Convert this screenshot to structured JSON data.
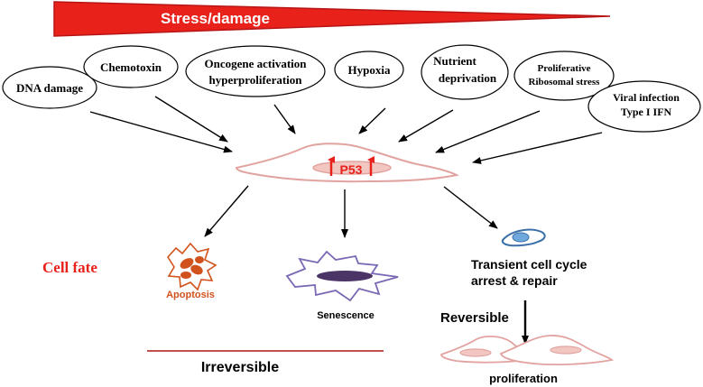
{
  "banner": {
    "label": "Stress/damage"
  },
  "stressors": [
    {
      "lines": [
        "DNA damage"
      ]
    },
    {
      "lines": [
        "Chemotoxin"
      ]
    },
    {
      "lines": [
        "Oncogene activation",
        "hyperproliferation"
      ]
    },
    {
      "lines": [
        "Hypoxia"
      ]
    },
    {
      "lines": [
        "Nutrient",
        "deprivation"
      ]
    },
    {
      "lines": [
        "Proliferative",
        "Ribosomal stress"
      ]
    },
    {
      "lines": [
        "Viral infection",
        "Type I IFN"
      ]
    }
  ],
  "center": {
    "label": "P53"
  },
  "cell_fate": {
    "label": "Cell fate"
  },
  "outcomes": {
    "apoptosis": "Apoptosis",
    "senescence": "Senescence",
    "arrest_line1": "Transient cell cycle",
    "arrest_line2": "arrest & repair",
    "reversible": "Reversible",
    "proliferation": "proliferation",
    "irreversible": "Irreversible"
  },
  "colors": {
    "accent_red": "#e8221b",
    "cell_outline": "#e2a3a0",
    "apoptosis": "#d1521c",
    "senescence_outline": "#7a68b4",
    "senescence_nucleus": "#4a3566",
    "arrest_outline": "#3b6fa8",
    "arrest_nucleus": "#6fa8dc"
  }
}
